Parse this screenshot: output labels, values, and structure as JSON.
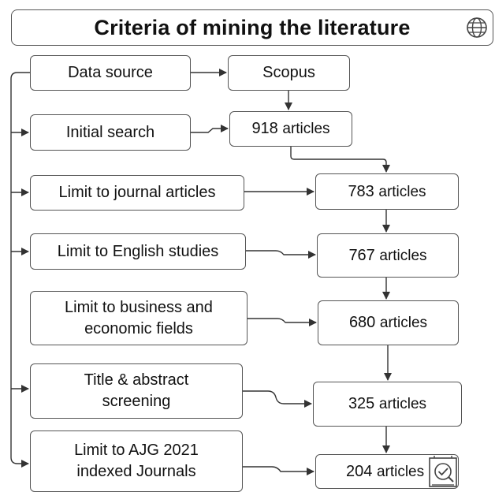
{
  "title": "Criteria of mining the literature",
  "steps": [
    {
      "label": "Data source"
    },
    {
      "label": "Initial search"
    },
    {
      "label": "Limit to journal articles"
    },
    {
      "label": "Limit to English studies"
    },
    {
      "label": "Limit to business and\neconomic fields"
    },
    {
      "label": "Title & abstract\nscreening"
    },
    {
      "label": "Limit to AJG 2021\nindexed Journals"
    }
  ],
  "results": [
    {
      "count": "Scopus",
      "unit": ""
    },
    {
      "count": "918",
      "unit": "articles"
    },
    {
      "count": "783",
      "unit": "articles"
    },
    {
      "count": "767",
      "unit": "articles"
    },
    {
      "count": "680",
      "unit": "articles"
    },
    {
      "count": "325",
      "unit": "articles"
    },
    {
      "count": "204",
      "unit": "articles"
    }
  ],
  "icons": {
    "title_icon": "globe-icon",
    "final_icon": "document-check-icon"
  }
}
